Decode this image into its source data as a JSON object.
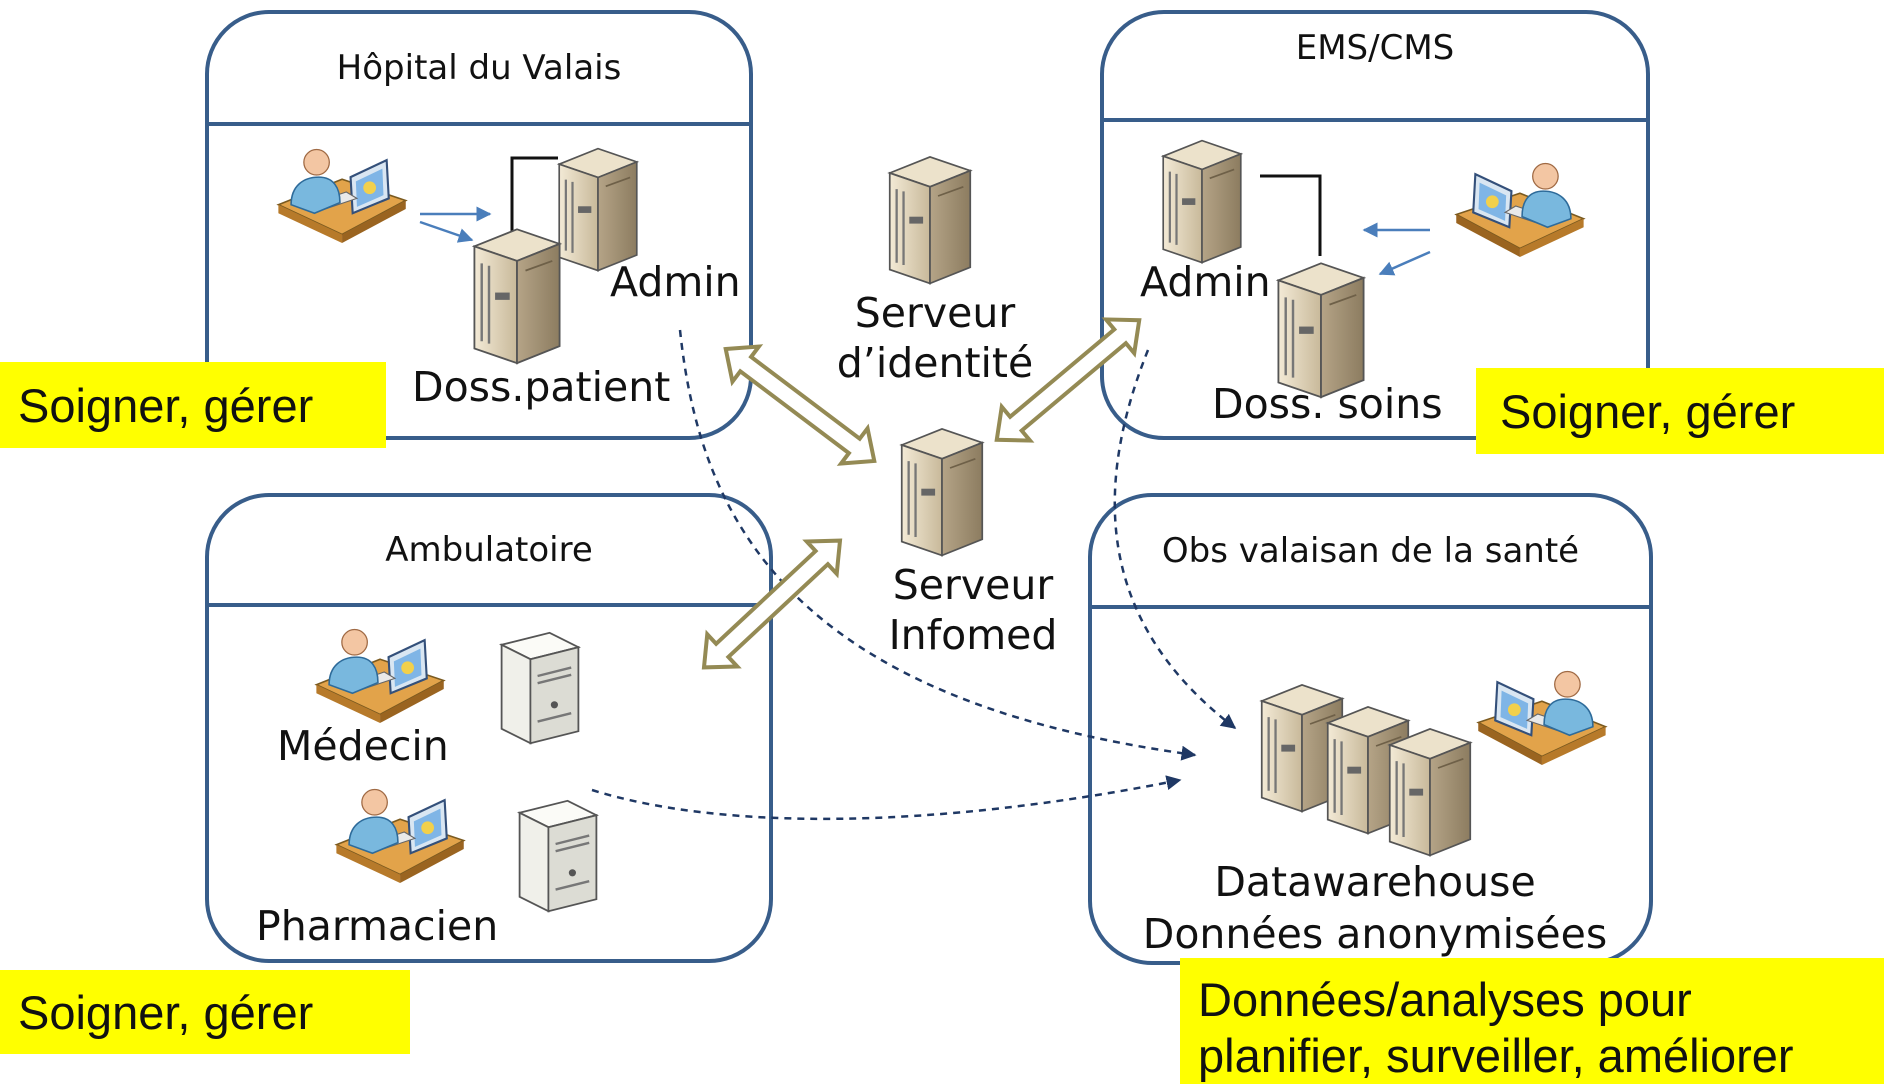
{
  "boxes": {
    "hopital": {
      "title": "Hôpital du Valais",
      "admin_label": "Admin",
      "doss_label": "Doss.patient"
    },
    "ems": {
      "title": "EMS/CMS",
      "admin_label": "Admin",
      "doss_label": "Doss. soins"
    },
    "ambulatoire": {
      "title": "Ambulatoire",
      "medecin_label": "Médecin",
      "pharmacien_label": "Pharmacien"
    },
    "obs": {
      "title": "Obs valaisan de la santé",
      "dw_label_1": "Datawarehouse",
      "dw_label_2": "Données anonymisées"
    }
  },
  "center": {
    "identity_server_1": "Serveur",
    "identity_server_2": "d’identité",
    "infomed_server_1": "Serveur",
    "infomed_server_2": "Infomed"
  },
  "notes": {
    "hopital": "Soigner, gérer",
    "ems": "Soigner, gérer",
    "ambulatoire": "Soigner, gérer",
    "obs_1": "Données/analyses pour",
    "obs_2": "planifier, surveiller, améliorer"
  },
  "colors": {
    "box_border": "#385d8a",
    "note_bg": "#ffff00",
    "double_arrow": "#948a54",
    "dashed_arrow": "#1f3864",
    "blue_arrow": "#4a7ebb"
  },
  "icons": [
    "user-workstation-icon",
    "server-tower-icon",
    "server-cluster-icon"
  ]
}
